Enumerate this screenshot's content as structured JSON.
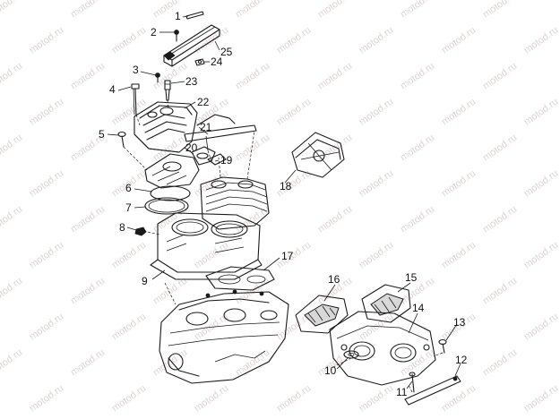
{
  "watermark": "motod.ru",
  "callouts": [
    {
      "id": "1",
      "text": "1"
    },
    {
      "id": "2",
      "text": "2"
    },
    {
      "id": "3",
      "text": "3"
    },
    {
      "id": "4",
      "text": "4"
    },
    {
      "id": "5",
      "text": "5"
    },
    {
      "id": "6",
      "text": "6"
    },
    {
      "id": "7",
      "text": "7"
    },
    {
      "id": "8",
      "text": "8"
    },
    {
      "id": "9",
      "text": "9"
    },
    {
      "id": "10",
      "text": "10"
    },
    {
      "id": "11",
      "text": "11"
    },
    {
      "id": "12",
      "text": "12"
    },
    {
      "id": "13",
      "text": "13"
    },
    {
      "id": "14",
      "text": "14"
    },
    {
      "id": "15",
      "text": "15"
    },
    {
      "id": "16",
      "text": "16"
    },
    {
      "id": "17",
      "text": "17"
    },
    {
      "id": "18",
      "text": "18"
    },
    {
      "id": "19",
      "text": "19"
    },
    {
      "id": "20",
      "text": "20"
    },
    {
      "id": "21",
      "text": "21"
    },
    {
      "id": "22",
      "text": "22"
    },
    {
      "id": "23",
      "text": "23"
    },
    {
      "id": "24",
      "text": "24"
    },
    {
      "id": "25",
      "text": "25"
    }
  ]
}
